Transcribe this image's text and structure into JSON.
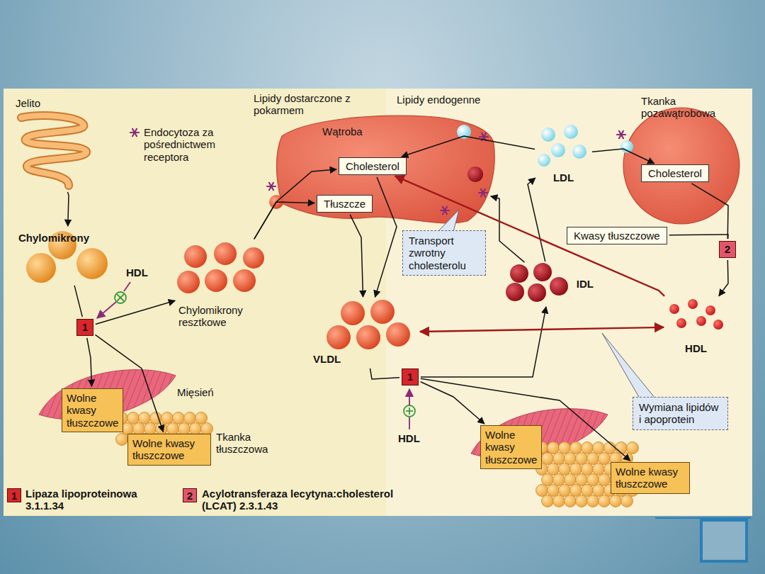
{
  "diagram": {
    "nodes": [
      {
        "text": [
          "Jelito"
        ]
      },
      {
        "text": [
          "Chylomikrony"
        ]
      },
      {
        "text": [
          "Chylomikrony resztkowe"
        ]
      },
      {
        "text": [
          "Wątroba"
        ]
      },
      {
        "text": [
          "Cholesterol"
        ],
        "in": 3
      },
      {
        "text": [
          "Tłuszcze"
        ],
        "in": 3
      },
      {
        "text": [
          "LDL"
        ]
      },
      {
        "text": [
          "Tkanka pozawątrobowa"
        ]
      },
      {
        "text": [
          "Cholesterol"
        ],
        "in": 7
      },
      {
        "text": [
          "Kwasy tłuszczowe"
        ]
      },
      {
        "text": [
          "1"
        ]
      },
      {
        "text": [
          "Wolne kwasy tłuszczowe"
        ]
      },
      {
        "text": [
          "Wolne kwasy tłuszczowe"
        ]
      },
      {
        "text": [
          "Transport zwrotny cholesterolu"
        ]
      },
      {
        "text": [
          "IDL"
        ]
      },
      {
        "text": [
          "2"
        ]
      },
      {
        "text": [
          "VLDL"
        ]
      },
      {
        "text": [
          "HDL"
        ]
      },
      {
        "text": [
          "1"
        ]
      },
      {
        "text": [
          "Wymiana lipidów i apoprotein"
        ]
      },
      {
        "text": [
          "Wolne kwasy tłuszczowe"
        ]
      },
      {
        "text": [
          "Wolne kwasy tłuszczowe"
        ]
      }
    ],
    "edges": [
      {
        "from": 0,
        "to": 1,
        "arrow": "to"
      },
      {
        "from": 1,
        "to": 10,
        "arrow": "none"
      },
      {
        "from": 10,
        "to": 2,
        "arrow": "to"
      },
      {
        "from": 10,
        "to": 11,
        "arrow": "to"
      },
      {
        "from": 10,
        "to": 12,
        "arrow": "to"
      },
      {
        "from": 2,
        "to": 5,
        "arrow": "to"
      },
      {
        "from": 2,
        "to": 4,
        "arrow": "to"
      },
      {
        "from": 5,
        "to": 16,
        "arrow": "to"
      },
      {
        "from": 4,
        "to": 16,
        "arrow": "to"
      },
      {
        "from": 16,
        "to": 18,
        "arrow": "none"
      },
      {
        "from": 18,
        "to": 14,
        "arrow": "to"
      },
      {
        "from": 18,
        "to": 20,
        "arrow": "to"
      },
      {
        "from": 18,
        "to": 21,
        "arrow": "to"
      },
      {
        "from": 14,
        "to": 6,
        "arrow": "to"
      },
      {
        "from": 14,
        "to": 3,
        "arrow": "to"
      },
      {
        "from": 6,
        "to": 4,
        "arrow": "to"
      },
      {
        "from": 6,
        "to": 8,
        "arrow": "to"
      },
      {
        "from": 8,
        "to": 15,
        "arrow": "none"
      },
      {
        "from": 9,
        "to": 15,
        "arrow": "none"
      },
      {
        "from": 15,
        "to": 17,
        "arrow": "to"
      },
      {
        "from": 17,
        "to": 4,
        "arrow": "to"
      },
      {
        "from": 16,
        "to": 17,
        "arrow": "both"
      }
    ],
    "labels": [
      "Lipidy dostarczone z pokarmem",
      "Lipidy endogenne",
      "Endocytoza za pośrednictwem receptora",
      "HDL",
      "Mięsień",
      "Tkanka tłuszczowa",
      "HDL",
      "1",
      "2"
    ],
    "legend": [
      {
        "text": "Lipaza lipoproteinowa 3.1.1.34",
        "color": "#d9262a"
      },
      {
        "text": "Acylotransferaza lecytyna:cholesterol (LCAT) 2.3.1.43",
        "color": "#e2566a"
      }
    ]
  }
}
